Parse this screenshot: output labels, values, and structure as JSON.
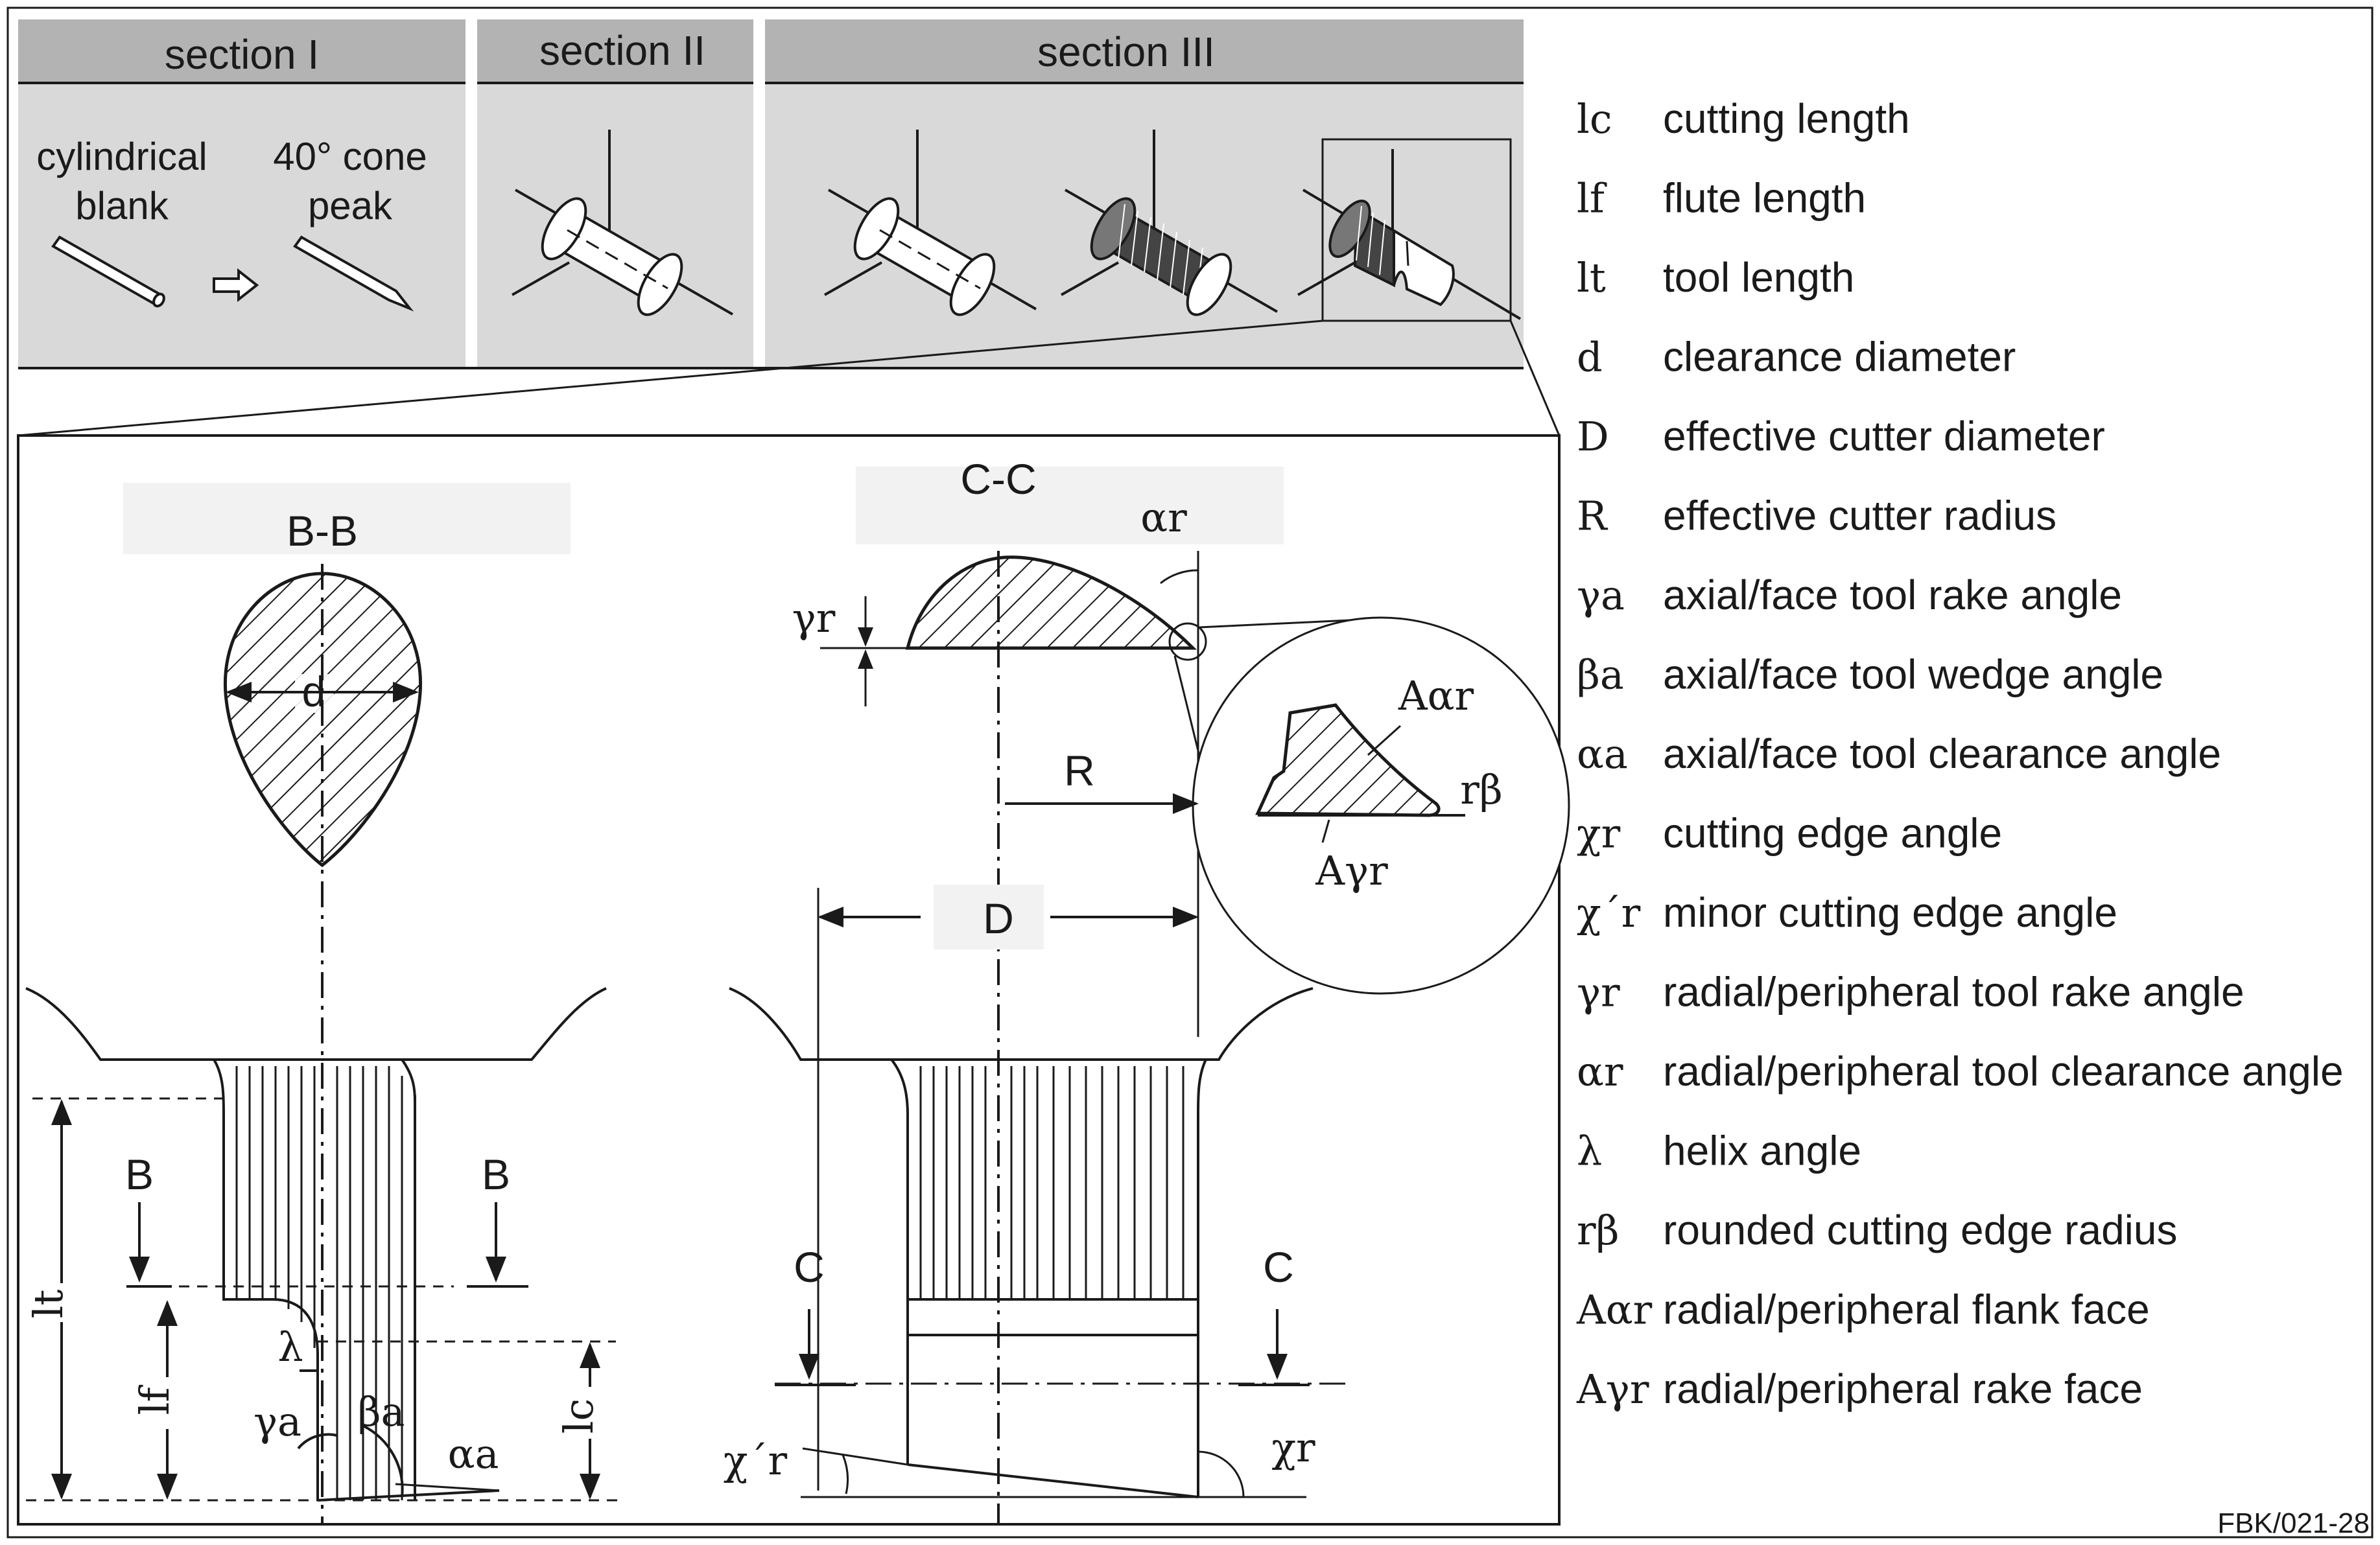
{
  "sections": {
    "s1": "section I",
    "s2": "section II",
    "s3": "section III"
  },
  "blank_labels": {
    "cylindrical": [
      "cylindrical",
      "blank"
    ],
    "cone": [
      "40° cone",
      "peak"
    ]
  },
  "views": {
    "bb": "B-B",
    "cc": "C-C"
  },
  "cut_marks": {
    "b_left": "B",
    "b_right": "B",
    "c_left": "C",
    "c_right": "C"
  },
  "dims": {
    "d": "d",
    "D": "D",
    "R": "R",
    "lt": "lt",
    "lf": "lf",
    "lc": "lc"
  },
  "angle_labels": {
    "gamma_r": "γr",
    "alpha_r": "αr",
    "lambda": "λ",
    "gamma_a": "γa",
    "beta_a": "βa",
    "alpha_a": "αa",
    "chi_prime_r": "χ´r",
    "chi_r": "χr",
    "A_alpha_r": "Aαr",
    "A_gamma_r": "Aγr",
    "r_beta": "rβ"
  },
  "legend": [
    {
      "symbol": "lc",
      "text": "cutting length"
    },
    {
      "symbol": "lf",
      "text": "flute length"
    },
    {
      "symbol": "lt",
      "text": "tool length"
    },
    {
      "symbol": "d",
      "text": "clearance diameter"
    },
    {
      "symbol": "D",
      "text": "effective cutter diameter"
    },
    {
      "symbol": "R",
      "text": "effective cutter radius"
    },
    {
      "symbol": "γa",
      "text": "axial/face tool rake angle"
    },
    {
      "symbol": "βa",
      "text": "axial/face tool wedge angle"
    },
    {
      "symbol": "αa",
      "text": "axial/face tool clearance angle"
    },
    {
      "symbol": "χr",
      "text": "cutting edge angle"
    },
    {
      "symbol": "χ´r",
      "text": "minor cutting edge angle"
    },
    {
      "symbol": "γr",
      "text": "radial/peripheral tool rake angle"
    },
    {
      "symbol": "αr",
      "text": "radial/peripheral tool clearance angle"
    },
    {
      "symbol": "λ",
      "text": "helix angle"
    },
    {
      "symbol": "rβ",
      "text": "rounded cutting edge radius"
    },
    {
      "symbol": "Aαr",
      "text": "radial/peripheral flank face"
    },
    {
      "symbol": "Aγr",
      "text": "radial/peripheral rake face"
    }
  ],
  "figure_code": "FBK/021-28",
  "colors": {
    "panel": "#d9d9d9",
    "header": "#b3b3b3",
    "line": "#1a1a1a"
  }
}
